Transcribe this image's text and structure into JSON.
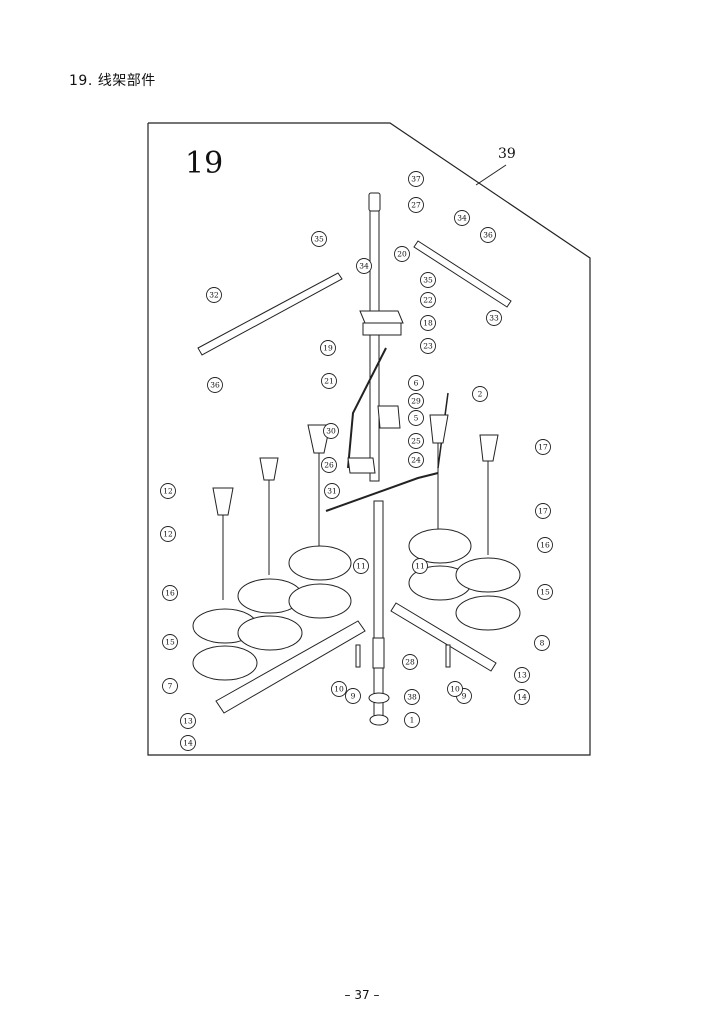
{
  "header": {
    "section_title": "19. 线架部件"
  },
  "figure": {
    "figure_number": "19",
    "outer_label": "39",
    "callouts": [
      "37",
      "27",
      "34",
      "36",
      "35",
      "20",
      "35",
      "34",
      "22",
      "32",
      "18",
      "33",
      "19",
      "23",
      "36",
      "21",
      "6",
      "2",
      "29",
      "5",
      "30",
      "17",
      "25",
      "26",
      "24",
      "17",
      "31",
      "12",
      "12",
      "16",
      "16",
      "11",
      "11",
      "15",
      "15",
      "28",
      "8",
      "7",
      "10",
      "9",
      "9",
      "10",
      "13",
      "14",
      "38",
      "1",
      "13",
      "14"
    ]
  },
  "footer": {
    "page_number": "– 37 –"
  }
}
